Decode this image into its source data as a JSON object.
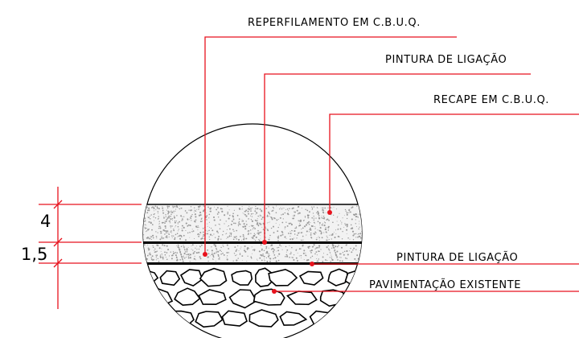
{
  "callouts": {
    "reperfilamento": "REPERFILAMENTO EM C.B.U.Q.",
    "pintura_top": "PINTURA DE LIGAÇÃO",
    "recape": "RECAPE EM C.B.U.Q.",
    "pintura_bottom": "PINTURA DE LIGAÇÃO",
    "pavimentacao": "PAVIMENTAÇÃO EXISTENTE"
  },
  "dimensions": {
    "recape_thickness": "4",
    "reperfilamento_thickness": "1,5"
  },
  "colors": {
    "leader": "#e8121d",
    "line": "#000000",
    "aggregate": "#9a9a9a",
    "background": "#ffffff"
  }
}
